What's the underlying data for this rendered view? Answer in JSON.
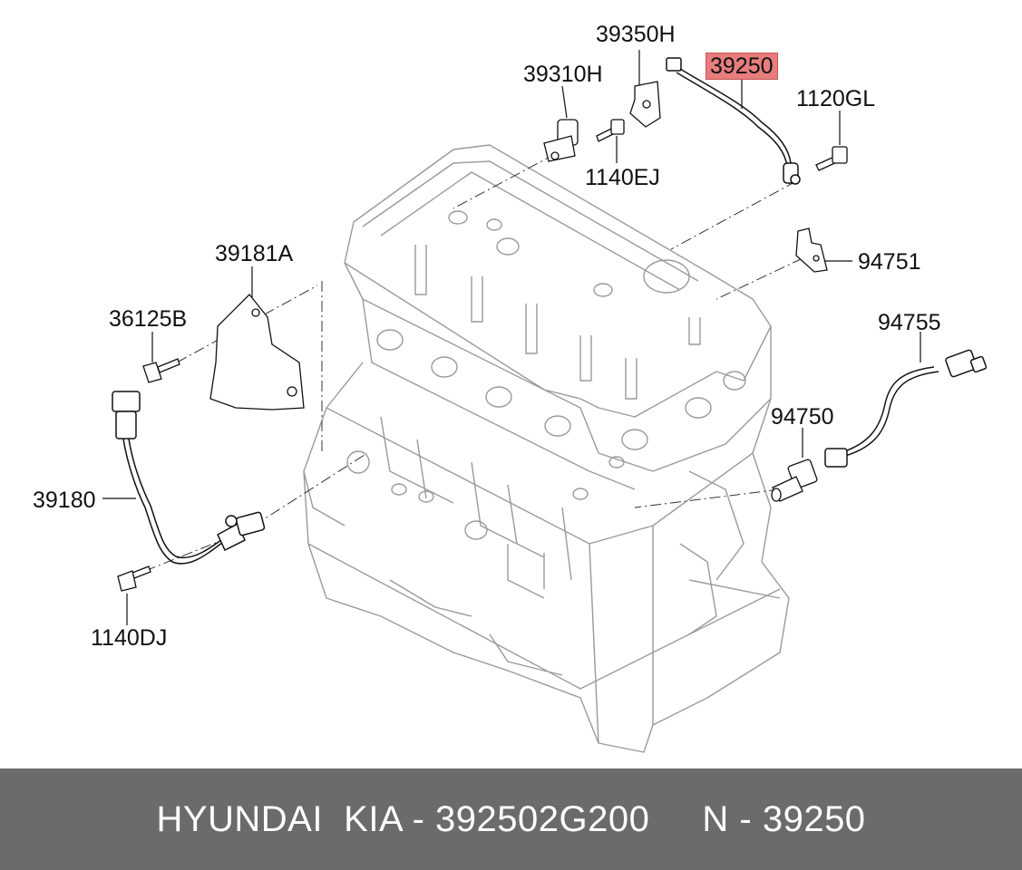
{
  "labels": {
    "p39350H": "39350H",
    "p39310H": "39310H",
    "p39250": "39250",
    "p1120GL": "1120GL",
    "p1140EJ": "1140EJ",
    "p39181A": "39181A",
    "p94751": "94751",
    "p36125B": "36125B",
    "p94755": "94755",
    "p94750": "94750",
    "p39180": "39180",
    "p1140DJ": "1140DJ"
  },
  "highlighted_part": "39250",
  "footer": {
    "text": "HYUNDAI  KIA - 392502G200     N - 39250"
  },
  "colors": {
    "highlight": "#e87d7d",
    "footer_bg": "#6b6b6b",
    "line": "#111111",
    "engine_line": "#9a9a9a"
  }
}
